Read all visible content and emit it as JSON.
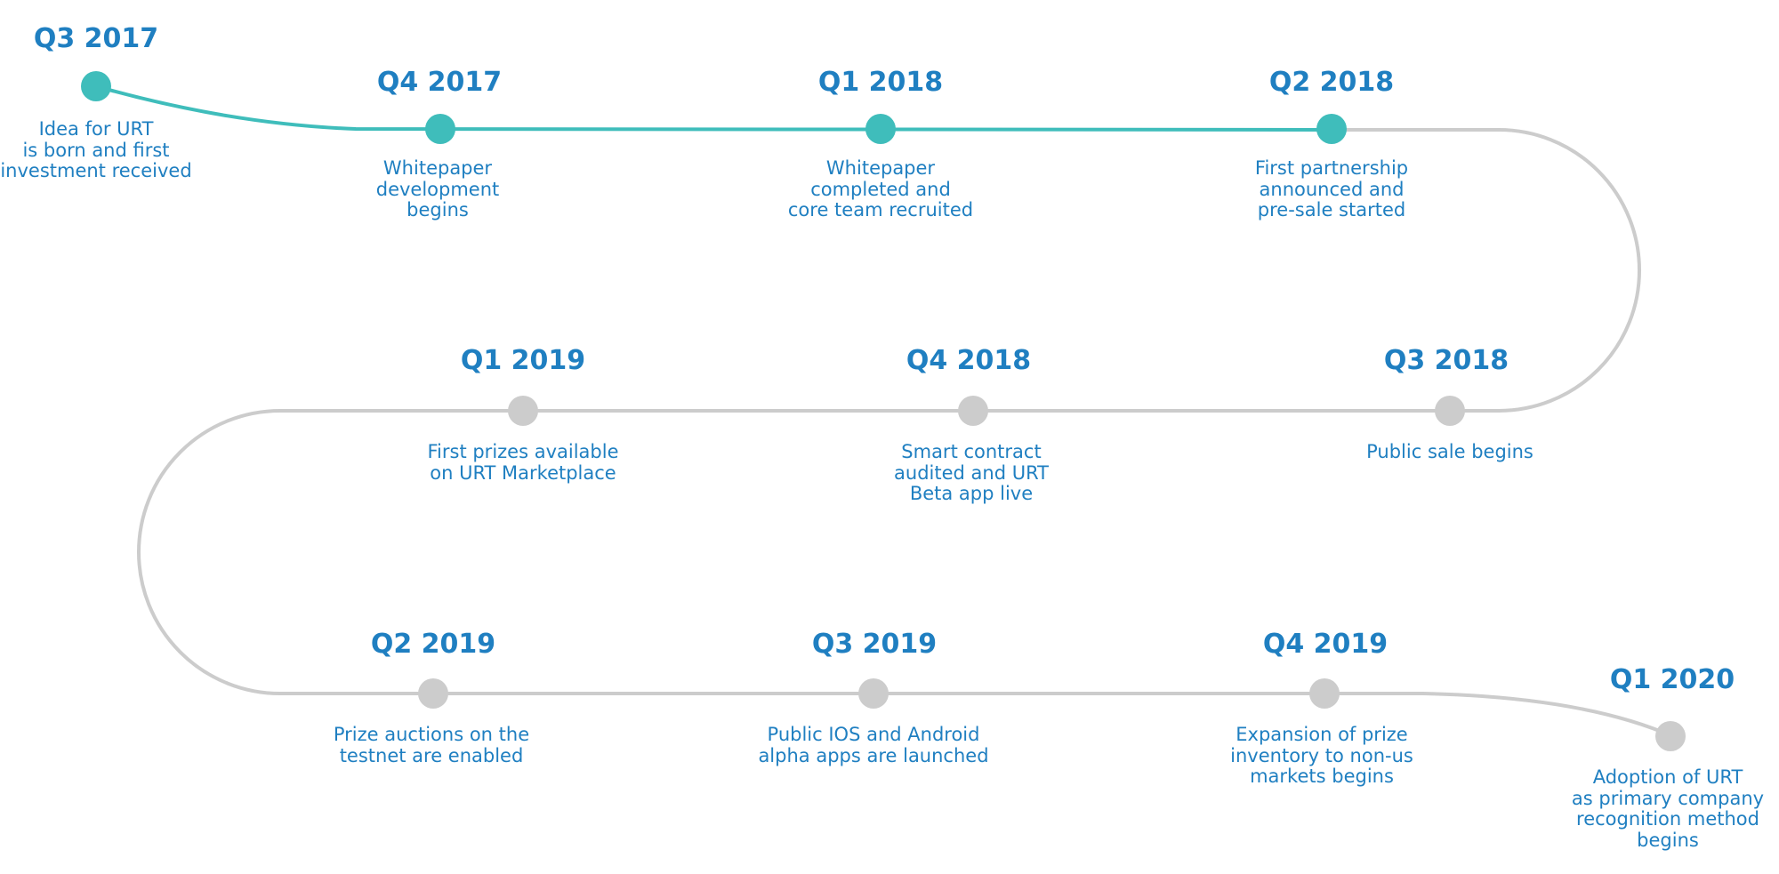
{
  "colors": {
    "completed": "#3fbdbb",
    "upcoming": "#cccccc",
    "text": "#1f7fc1"
  },
  "milestones": [
    {
      "title": "Q3 2017",
      "desc": "Idea for URT\nis born and first\ninvestment received",
      "status": "completed"
    },
    {
      "title": "Q4 2017",
      "desc": "Whitepaper\ndevelopment\nbegins",
      "status": "completed"
    },
    {
      "title": "Q1 2018",
      "desc": "Whitepaper\ncompleted and\ncore team recruited",
      "status": "completed"
    },
    {
      "title": "Q2 2018",
      "desc": "First partnership\nannounced and\npre-sale started",
      "status": "completed"
    },
    {
      "title": "Q3 2018",
      "desc": "Public sale begins",
      "status": "upcoming"
    },
    {
      "title": "Q4 2018",
      "desc": "Smart contract\naudited and URT\nBeta app live",
      "status": "upcoming"
    },
    {
      "title": "Q1 2019",
      "desc": "First prizes available\non URT Marketplace",
      "status": "upcoming"
    },
    {
      "title": "Q2 2019",
      "desc": "Prize auctions on the\ntestnet are enabled",
      "status": "upcoming"
    },
    {
      "title": "Q3 2019",
      "desc": "Public IOS and Android\nalpha apps are launched",
      "status": "upcoming"
    },
    {
      "title": "Q4 2019",
      "desc": "Expansion of prize\ninventory to non-us\nmarkets begins",
      "status": "upcoming"
    },
    {
      "title": "Q1 2020",
      "desc": "Adoption of URT\nas primary company\nrecognition method\nbegins",
      "status": "upcoming"
    }
  ]
}
